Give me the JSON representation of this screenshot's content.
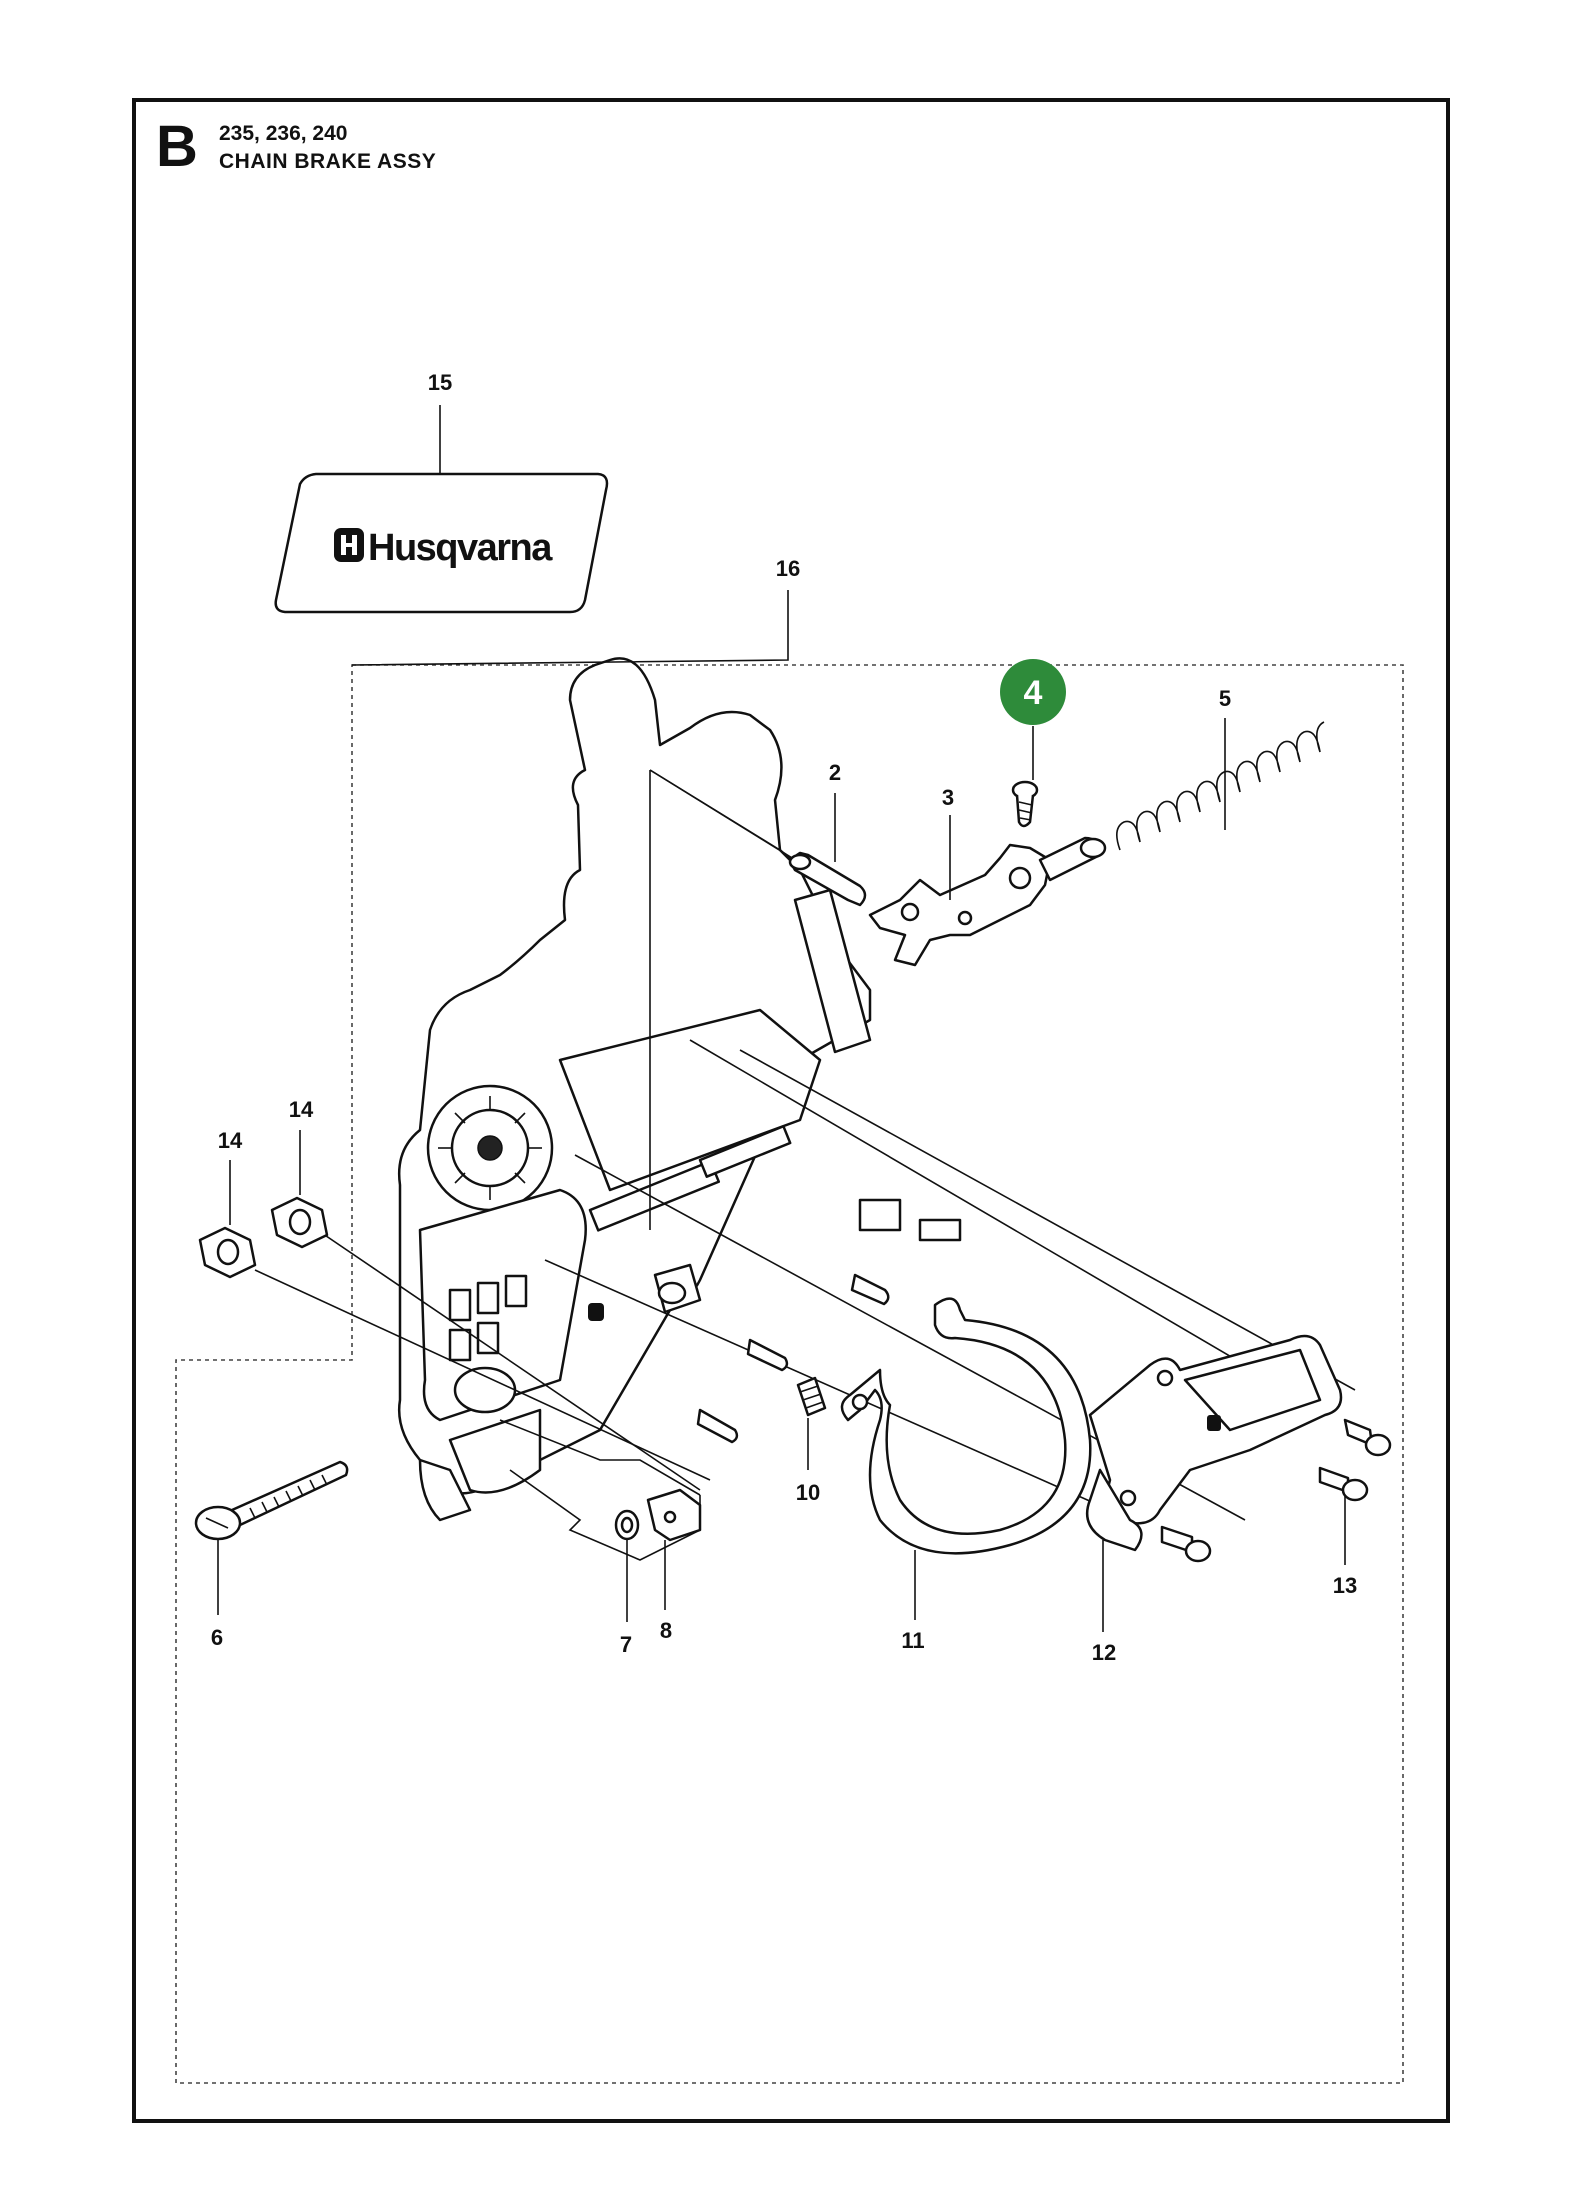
{
  "header": {
    "section_letter": "B",
    "models": "235, 236, 240",
    "title": "CHAIN BRAKE ASSY"
  },
  "decal": {
    "logo_text": "Husqvarna",
    "logo_icon": "husqvarna-crown-logo"
  },
  "callouts": {
    "c2": "2",
    "c3": "3",
    "c4": "4",
    "c5": "5",
    "c6": "6",
    "c7": "7",
    "c8": "8",
    "c10": "10",
    "c11": "11",
    "c12": "12",
    "c13": "13",
    "c14a": "14",
    "c14b": "14",
    "c15": "15",
    "c16": "16"
  },
  "colors": {
    "highlight": "#2e8b3a",
    "ink": "#111111"
  }
}
